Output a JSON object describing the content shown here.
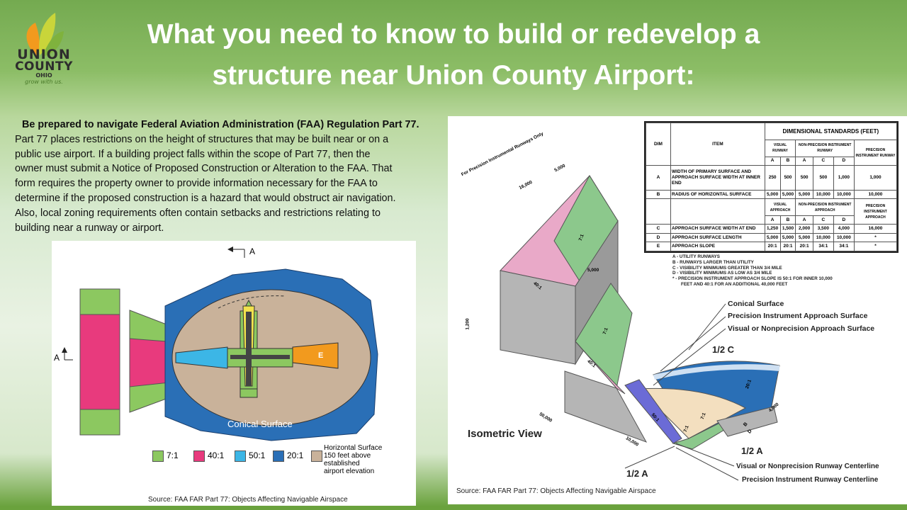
{
  "logo": {
    "line1": "UNION",
    "line2": "COUNTY",
    "line3": "OHIO",
    "tagline": "grow with us."
  },
  "title": {
    "line1": "What you need to know to build or redevelop a",
    "line2": "structure near Union County Airport:"
  },
  "body": {
    "lead": "Be prepared to navigate Federal Aviation Administration (FAA) Regulation Part 77.",
    "lines": [
      "Part 77 places restrictions on the height of structures that may be built near or on a",
      "public use airport. If a building project falls within the scope of Part 77, then the",
      "owner must submit a Notice of Proposed Construction or Alteration to the FAA. That",
      "form requires the property owner to provide information necessary for the FAA to",
      "determine if the proposed construction is a hazard that would obstruct air navigation.",
      "Also, local zoning requirements often contain setbacks and restrictions relating to",
      "building near a runway or airport."
    ]
  },
  "left_figure": {
    "section_a_top": "A",
    "section_a_left": "A",
    "e_label": "E",
    "conical_label": "Conical Surface",
    "legend": [
      {
        "label": "7:1",
        "color": "#8cc860"
      },
      {
        "label": "40:1",
        "color": "#e83a7d"
      },
      {
        "label": "50:1",
        "color": "#3cb6e6"
      },
      {
        "label": "20:1",
        "color": "#2a6fb6"
      }
    ],
    "horizontal_label_1": "Horizontal Surface",
    "horizontal_label_2": "150 feet above established",
    "horizontal_label_3": "airport elevation",
    "horizontal_color": "#c9b29a",
    "source": "Source: FAA FAR Part 77: Objects Affecting Navigable Airspace"
  },
  "right_figure": {
    "table": {
      "title": "DIMENSIONAL STANDARDS (FEET)",
      "dim": "DIM",
      "item": "ITEM",
      "visual_runway": "VISUAL RUNWAY",
      "nonprecision_runway": "NON-PRECISION INSTRUMENT RUNWAY",
      "precision_runway": "PRECISION INSTRUMENT RUNWAY",
      "visual_approach": "VISUAL APPROACH",
      "nonprecision_approach": "NON-PRECISION INSTRUMENT APPROACH",
      "precision_approach": "PRECISION INSTRUMENT APPROACH",
      "colA": "A",
      "colB": "B",
      "colC": "C",
      "colD": "D",
      "rows_top": [
        {
          "dim": "A",
          "item": "WIDTH OF PRIMARY SURFACE AND APPROACH SURFACE WIDTH AT INNER END",
          "v": [
            "250",
            "500",
            "500",
            "500",
            "1,000",
            "1,000"
          ]
        },
        {
          "dim": "B",
          "item": "RADIUS OF HORIZONTAL SURFACE",
          "v": [
            "5,000",
            "5,000",
            "5,000",
            "10,000",
            "10,000",
            "10,000"
          ]
        }
      ],
      "rows_bottom": [
        {
          "dim": "C",
          "item": "APPROACH SURFACE WIDTH AT END",
          "v": [
            "1,250",
            "1,500",
            "2,000",
            "3,500",
            "4,000",
            "16,000"
          ]
        },
        {
          "dim": "D",
          "item": "APPROACH SURFACE LENGTH",
          "v": [
            "5,000",
            "5,000",
            "5,000",
            "10,000",
            "10,000",
            "*"
          ]
        },
        {
          "dim": "E",
          "item": "APPROACH SLOPE",
          "v": [
            "20:1",
            "20:1",
            "20:1",
            "34:1",
            "34:1",
            "*"
          ]
        }
      ]
    },
    "notes": [
      "A - UTILITY RUNWAYS",
      "B - RUNWAYS LARGER THAN UTILITY",
      "C - VISIBILITY MINIMUMS GREATER THAN 3/4 MILE",
      "D - VISIBILITY MINIMUMS AS LOW AS 3/4 MILE",
      "* - PRECISION INSTRUMENT APPROACH SLOPE IS 50:1 FOR INNER 10,000",
      "FEET AND 40:1 FOR AN ADDITIONAL 40,000 FEET"
    ],
    "labels": {
      "precision_only": "For Precision Instrumental Runways Only",
      "d16000": "16,000",
      "d5000a": "5,000",
      "d5000b": "5,000",
      "d1200": "1,200",
      "d50000": "50,000",
      "d10000": "10,000",
      "d4000": "4,000",
      "slope_7a": "7:1",
      "slope_40a": "40:1",
      "slope_7b": "7:1",
      "slope_40b": "40:1",
      "slope_20": "20:1",
      "slope_50": "50:1",
      "slope_7c": "7:1",
      "slope_7d": "7:1",
      "conical": "Conical Surface",
      "precision_approach": "Precision Instrument Approach Surface",
      "visual_approach": "Visual or Nonprecision Approach Surface",
      "half_c": "1/2 C",
      "half_a1": "1/2 A",
      "half_a2": "1/2 A",
      "iso": "Isometric View",
      "visual_centerline": "Visual or Nonprecision Runway Centerline",
      "precision_centerline": "Precision Instrument Runway Centerline",
      "b": "B",
      "d": "D"
    },
    "source": "Source: FAA FAR Part 77: Objects Affecting Navigable Airspace"
  }
}
